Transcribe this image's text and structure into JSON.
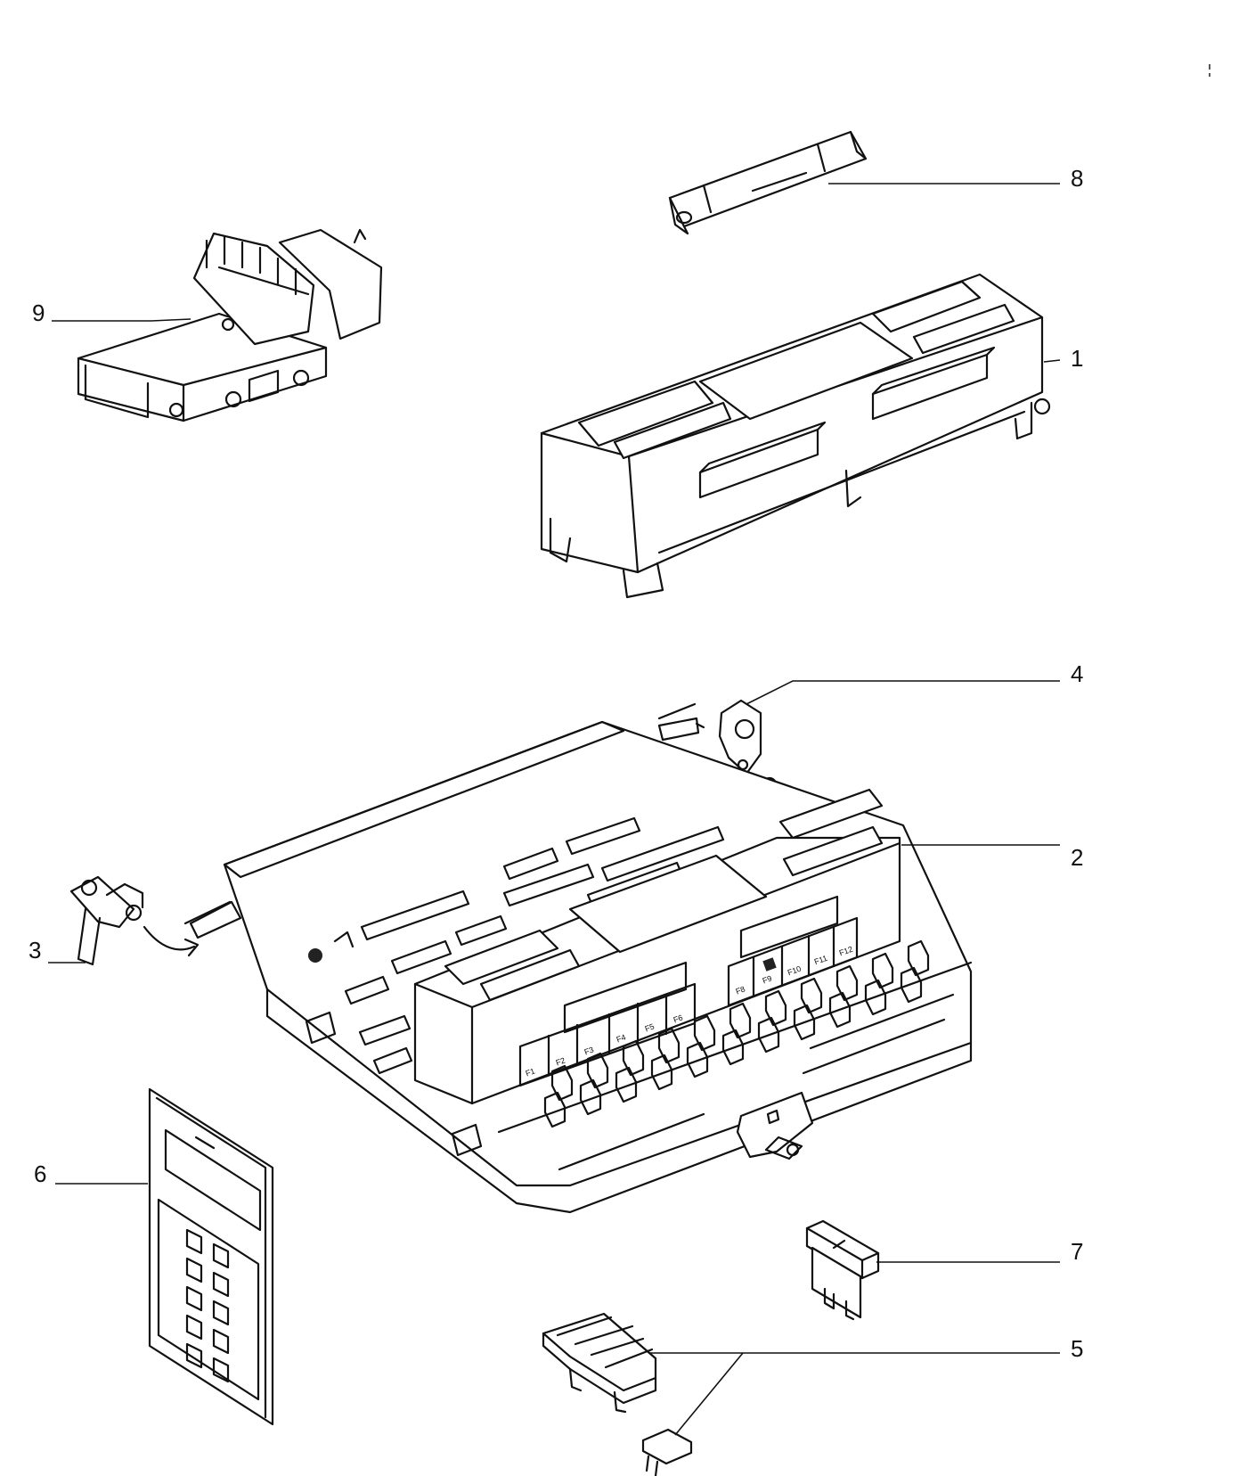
{
  "diagram": {
    "callouts": [
      {
        "id": "1",
        "label": "1"
      },
      {
        "id": "2",
        "label": "2"
      },
      {
        "id": "3",
        "label": "3"
      },
      {
        "id": "4",
        "label": "4"
      },
      {
        "id": "5",
        "label": "5"
      },
      {
        "id": "6",
        "label": "6"
      },
      {
        "id": "7",
        "label": "7"
      },
      {
        "id": "8",
        "label": "8"
      },
      {
        "id": "9",
        "label": "9"
      }
    ],
    "fuse_labels": [
      "F1",
      "F2",
      "F3",
      "F4",
      "F5",
      "F6",
      "F8",
      "F9",
      "F10",
      "F11",
      "F12"
    ],
    "colors": {
      "ink": "#111111",
      "paper": "#ffffff"
    }
  }
}
